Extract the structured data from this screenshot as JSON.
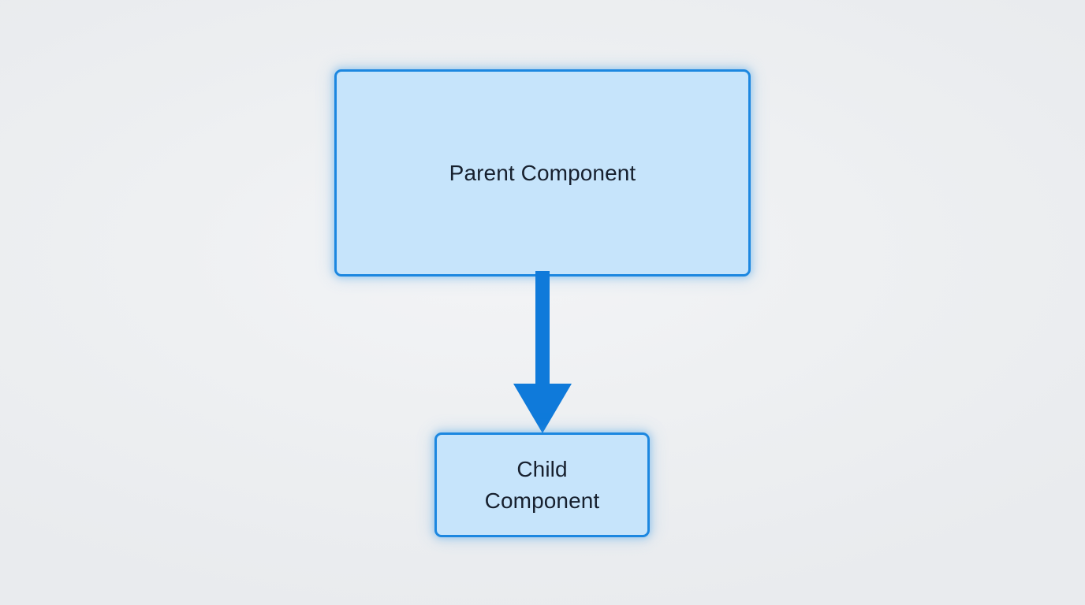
{
  "diagram": {
    "background_color": "#eceef0",
    "accent_color": "#1c87e0",
    "node_fill_color": "#c6e4fb",
    "node_text_color": "#17202e",
    "arrow_color": "#0f7ada",
    "nodes": [
      {
        "id": "parent",
        "label": "Parent Component",
        "shape": "rounded-rectangle"
      },
      {
        "id": "child",
        "label": "Child\nComponent",
        "shape": "rounded-rectangle"
      }
    ],
    "edges": [
      {
        "id": "parent-to-child",
        "from": "parent",
        "to": "child",
        "direction": "down",
        "arrowhead": "solid-triangle"
      }
    ]
  }
}
